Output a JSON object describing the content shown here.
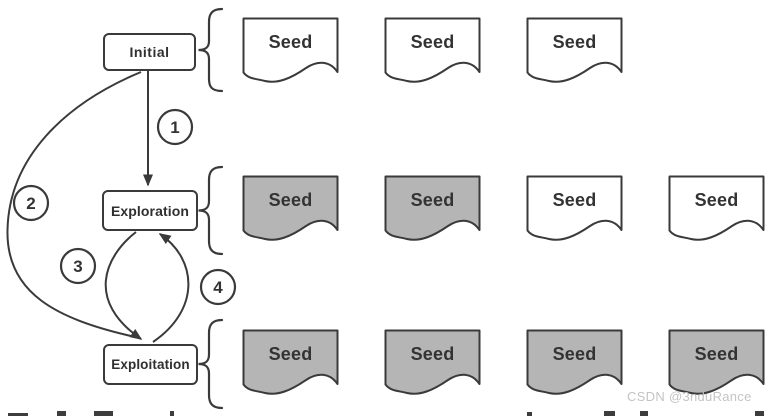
{
  "figure": {
    "type": "seed-scheduling-state-diagram",
    "description_visible_text_only": true
  },
  "colors": {
    "stroke": "#3a3a3a",
    "seed_filled": "#b5b5b5",
    "seed_empty": "#ffffff",
    "background": "#ffffff",
    "watermark": "#c4c4c4"
  },
  "stages": [
    {
      "label": "Initial",
      "seeds": [
        {
          "label": "Seed",
          "filled": false
        },
        {
          "label": "Seed",
          "filled": false
        },
        {
          "label": "Seed",
          "filled": false
        }
      ]
    },
    {
      "label": "Exploration",
      "seeds": [
        {
          "label": "Seed",
          "filled": true
        },
        {
          "label": "Seed",
          "filled": true
        },
        {
          "label": "Seed",
          "filled": false
        },
        {
          "label": "Seed",
          "filled": false
        }
      ]
    },
    {
      "label": "Exploitation",
      "seeds": [
        {
          "label": "Seed",
          "filled": true
        },
        {
          "label": "Seed",
          "filled": true
        },
        {
          "label": "Seed",
          "filled": true
        },
        {
          "label": "Seed",
          "filled": true
        }
      ]
    }
  ],
  "transitions": [
    {
      "label": "1",
      "from": "Initial",
      "to": "Exploration"
    },
    {
      "label": "2",
      "from": "Initial",
      "to": "Exploitation"
    },
    {
      "label": "3",
      "from": "Exploration",
      "to": "Exploitation"
    },
    {
      "label": "4",
      "from": "Exploitation",
      "to": "Exploration"
    }
  ],
  "watermark": "CSDN @3nduRance"
}
